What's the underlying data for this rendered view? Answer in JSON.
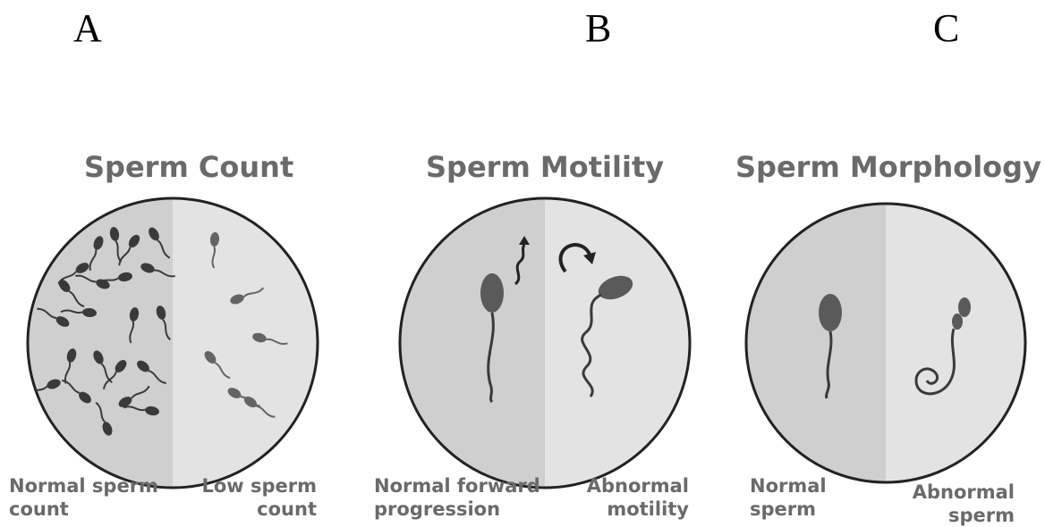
{
  "panel_letters": [
    "A",
    "B",
    "C"
  ],
  "panels": [
    {
      "title": "Sperm Count",
      "left_caption": [
        "Normal sperm",
        "count"
      ],
      "right_caption": [
        "Low sperm",
        "count"
      ]
    },
    {
      "title": "Sperm Motility",
      "left_caption": [
        "Normal forward",
        "progression"
      ],
      "right_caption": [
        "Abnormal",
        "motility"
      ]
    },
    {
      "title": "Sperm Morphology",
      "left_caption": [
        "Normal",
        "sperm"
      ],
      "right_caption": [
        "Abnormal",
        "sperm"
      ]
    }
  ],
  "colors": {
    "dish_left": "#cfcfcf",
    "dish_right": "#e3e3e3",
    "outline": "#222222",
    "text": "#6a6a6a"
  }
}
